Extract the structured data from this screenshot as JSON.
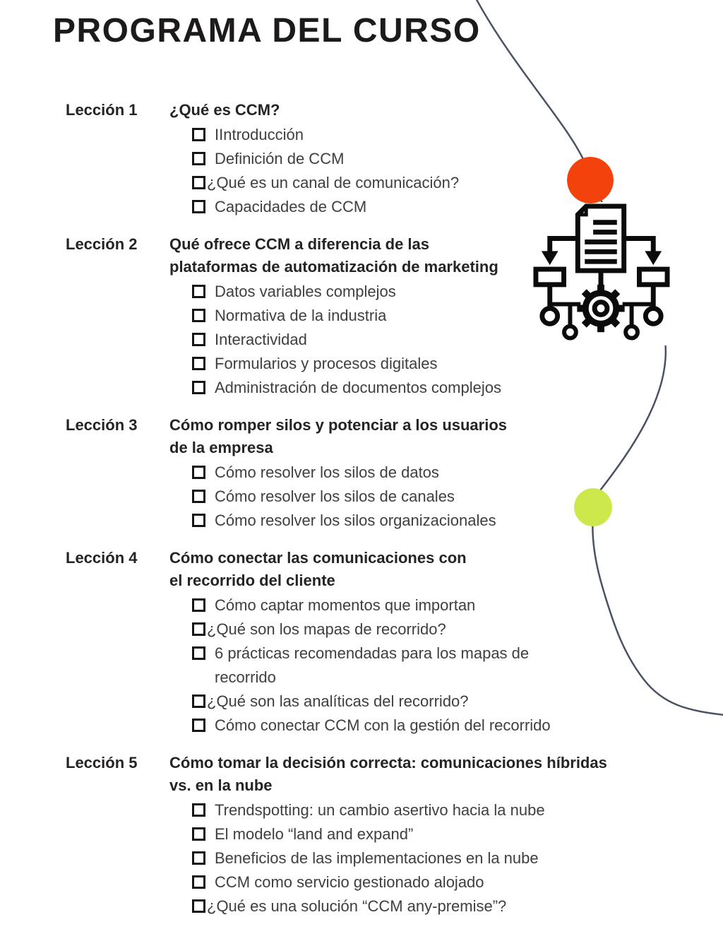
{
  "title": "PROGRAMA DEL CURSO",
  "checklist": {
    "all_checkboxes_state": "unchecked"
  },
  "lessons": [
    {
      "label": "Lección 1",
      "title_lines": [
        "¿Qué es CCM?"
      ],
      "items": [
        "IIntroducción",
        "Definición de CCM",
        "¿Qué es un canal de comunicación?",
        "Capacidades de CCM"
      ]
    },
    {
      "label": "Lección 2",
      "title_lines": [
        "Qué ofrece CCM a diferencia de las",
        "plataformas de automatización de marketing"
      ],
      "items": [
        "Datos variables complejos",
        "Normativa de la industria",
        "Interactividad",
        "Formularios y procesos digitales",
        "Administración de documentos complejos"
      ]
    },
    {
      "label": "Lección 3",
      "title_lines": [
        "Cómo romper silos y potenciar a los usuarios",
        "de la empresa"
      ],
      "items": [
        "Cómo resolver los silos de datos",
        "Cómo resolver los silos de canales",
        "Cómo resolver los silos organizacionales"
      ]
    },
    {
      "label": "Lección 4",
      "title_lines": [
        "Cómo conectar las comunicaciones con",
        "el recorrido del cliente"
      ],
      "items": [
        "Cómo captar momentos que importan",
        "¿Qué son los mapas de recorrido?",
        "6 prácticas recomendadas para los mapas de recorrido",
        "¿Qué son las analíticas del recorrido?",
        "Cómo conectar CCM con la gestión del recorrido"
      ]
    },
    {
      "label": "Lección 5",
      "title_lines": [
        "Cómo tomar la decisión correcta: comunicaciones híbridas",
        "vs. en la nube"
      ],
      "items": [
        "Trendspotting: un cambio asertivo hacia la nube",
        "El modelo “land and expand”",
        "Beneficios de las implementaciones en la nube",
        "CCM como servicio gestionado alojado",
        "¿Qué es una solución “CCM any-premise”?"
      ]
    }
  ],
  "decor": {
    "icon_name": "document-workflow-icon",
    "icon_color": "#0B0B0B",
    "curve_color": "#4A5263",
    "orange_circle_color": "#F4420C",
    "green_circle_color": "#CCE84B"
  }
}
